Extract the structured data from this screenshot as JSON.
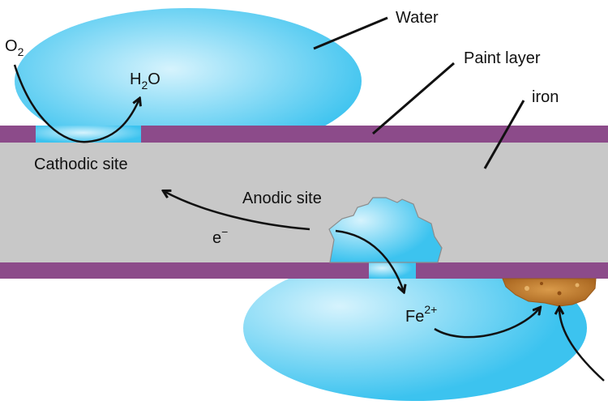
{
  "labels": {
    "water": "Water",
    "paint_layer": "Paint layer",
    "iron": "iron",
    "cathodic_site": "Cathodic site",
    "anodic_site": "Anodic site",
    "o2": {
      "base": "O",
      "sub": "2"
    },
    "h2o": {
      "base": "H",
      "sub": "2",
      "rest": "O"
    },
    "electron": {
      "base": "e",
      "sup": "−"
    },
    "fe_ion": {
      "base": "Fe",
      "sup": "2+"
    }
  },
  "colors": {
    "water": "#3cc3ef",
    "water_highlight": "#d6f3fd",
    "paint": "#8c4b8a",
    "iron": "#c8c8c8",
    "iron_outline": "#8c8c8c",
    "rust": "#c07a2e",
    "ink": "#111111"
  }
}
